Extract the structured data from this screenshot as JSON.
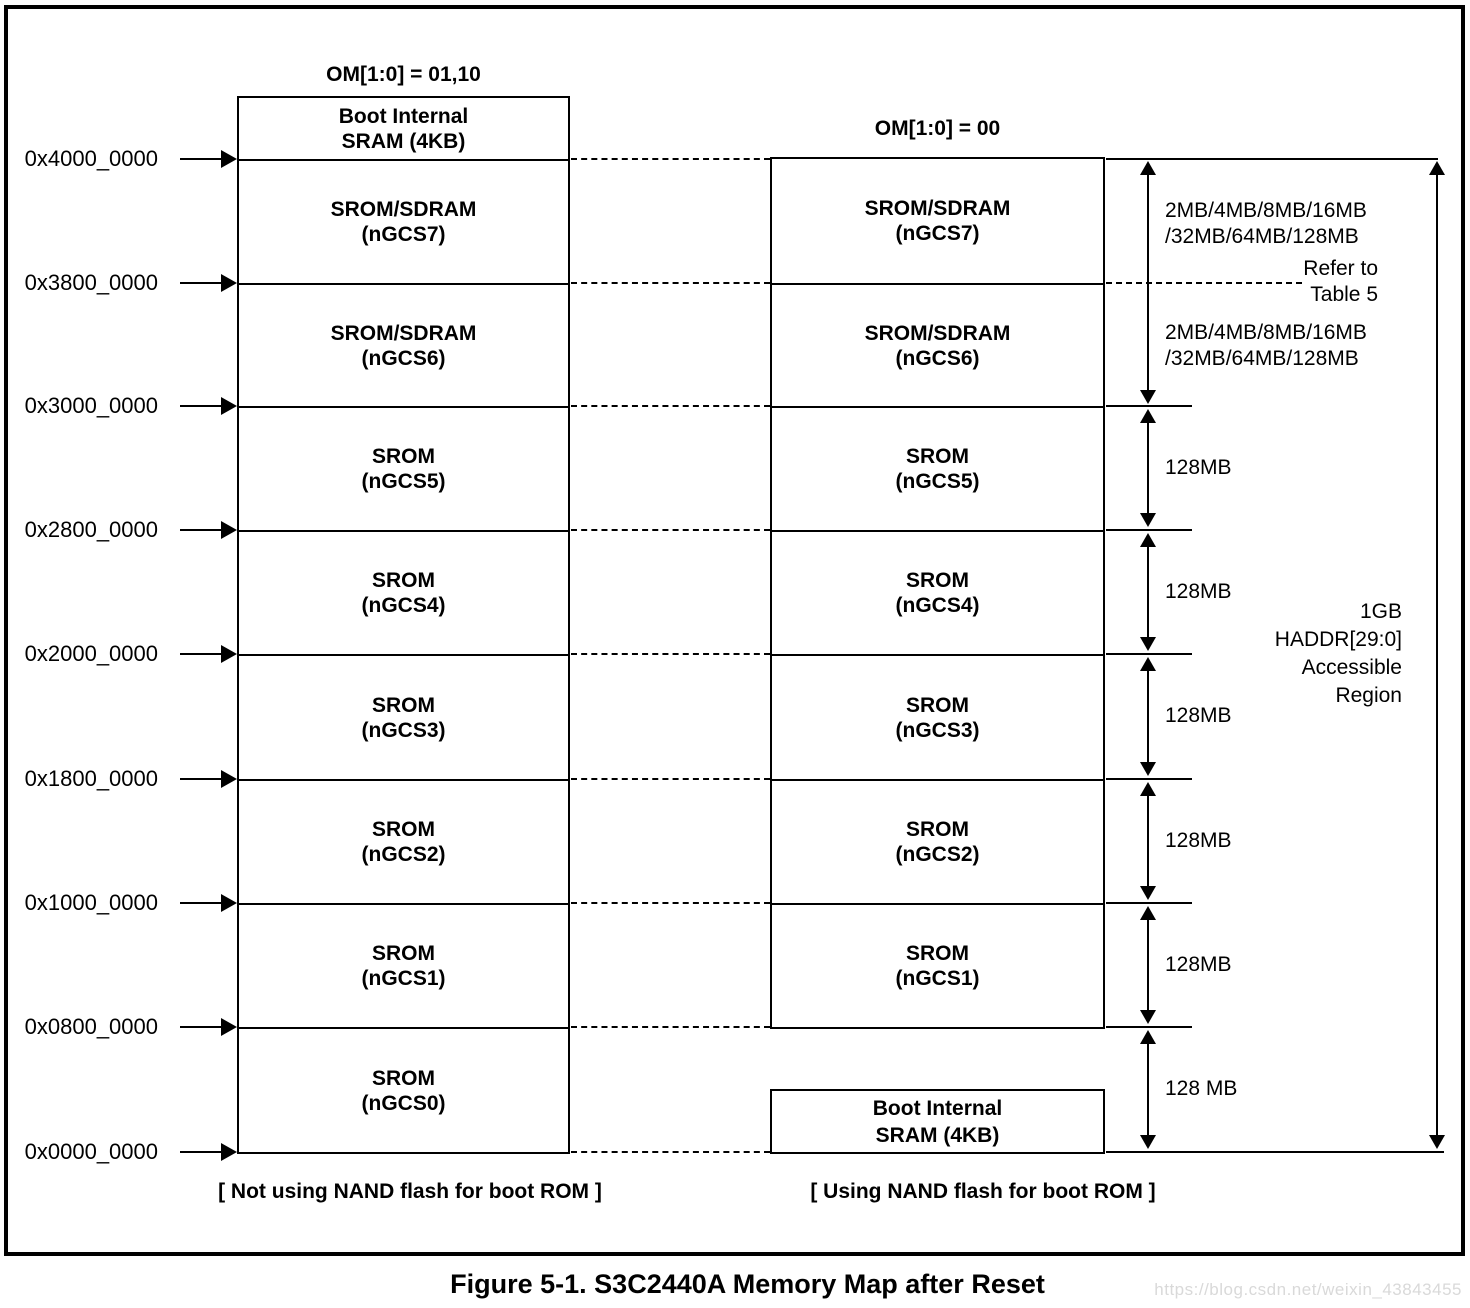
{
  "page": {
    "figure_caption": "Figure 5-1. S3C2440A Memory Map after Reset",
    "watermark": "https://blog.csdn.net/weixin_43843455"
  },
  "colors": {
    "ink": "#000000",
    "watermark_gray": "#d9d9d9",
    "background": "#ffffff"
  },
  "diagram": {
    "addresses": [
      "0x4000_0000",
      "0x3800_0000",
      "0x3000_0000",
      "0x2800_0000",
      "0x2000_0000",
      "0x1800_0000",
      "0x1000_0000",
      "0x0800_0000",
      "0x0000_0000"
    ],
    "left_map": {
      "header": "OM[1:0] = 01,10",
      "boot_box": "Boot Internal\nSRAM (4KB)",
      "segments": [
        "SROM/SDRAM\n(nGCS7)",
        "SROM/SDRAM\n(nGCS6)",
        "SROM\n(nGCS5)",
        "SROM\n(nGCS4)",
        "SROM\n(nGCS3)",
        "SROM\n(nGCS2)",
        "SROM\n(nGCS1)",
        "SROM\n(nGCS0)"
      ],
      "caption": "[ Not using NAND flash for boot ROM ]"
    },
    "right_map": {
      "header": "OM[1:0] = 00",
      "segments": [
        "SROM/SDRAM\n(nGCS7)",
        "SROM/SDRAM\n(nGCS6)",
        "SROM\n(nGCS5)",
        "SROM\n(nGCS4)",
        "SROM\n(nGCS3)",
        "SROM\n(nGCS2)",
        "SROM\n(nGCS1)"
      ],
      "boot_box": "Boot Internal\nSRAM (4KB)",
      "caption": "[ Using NAND flash for boot ROM ]"
    },
    "annotations": {
      "sdram_size_ngcs7": "2MB/4MB/8MB/16MB\n/32MB/64MB/128MB",
      "sdram_size_ngcs6": "2MB/4MB/8MB/16MB\n/32MB/64MB/128MB",
      "refer_note": "Refer to\nTable 5",
      "srom_sizes": [
        "128MB",
        "128MB",
        "128MB",
        "128MB",
        "128MB"
      ],
      "bottom_size": "128 MB",
      "haddr_note": "1GB\nHADDR[29:0]\nAccessible\nRegion"
    }
  }
}
